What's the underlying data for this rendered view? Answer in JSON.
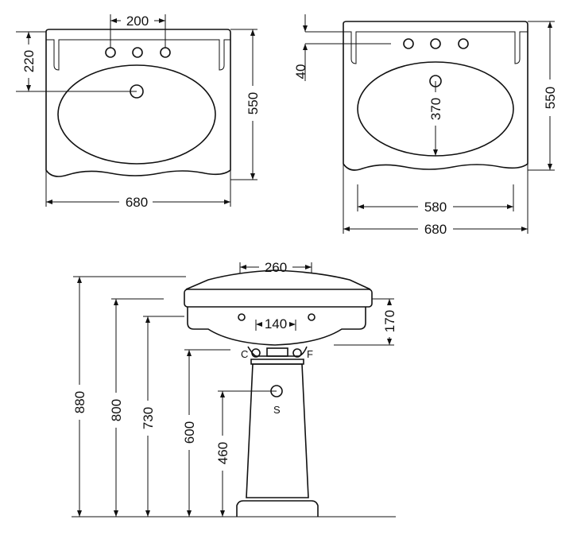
{
  "top_view": {
    "dim_hole_spacing": "200",
    "dim_to_waste": "220",
    "dim_depth": "550",
    "dim_width": "680"
  },
  "front_top_view": {
    "dim_rim": "40",
    "dim_bowl_depth": "370",
    "dim_depth": "550",
    "dim_bowl_width": "580",
    "dim_width": "680"
  },
  "side_view": {
    "dim_top_width": "260",
    "dim_trap_spacing": "140",
    "dim_basin_height": "170",
    "dim_total_height": "880",
    "dim_rim_height": "800",
    "dim_underside_height": "730",
    "dim_pedestal_top_height": "600",
    "dim_supply_height": "460",
    "label_cold": "C",
    "label_hot": "F",
    "label_supply": "S"
  }
}
